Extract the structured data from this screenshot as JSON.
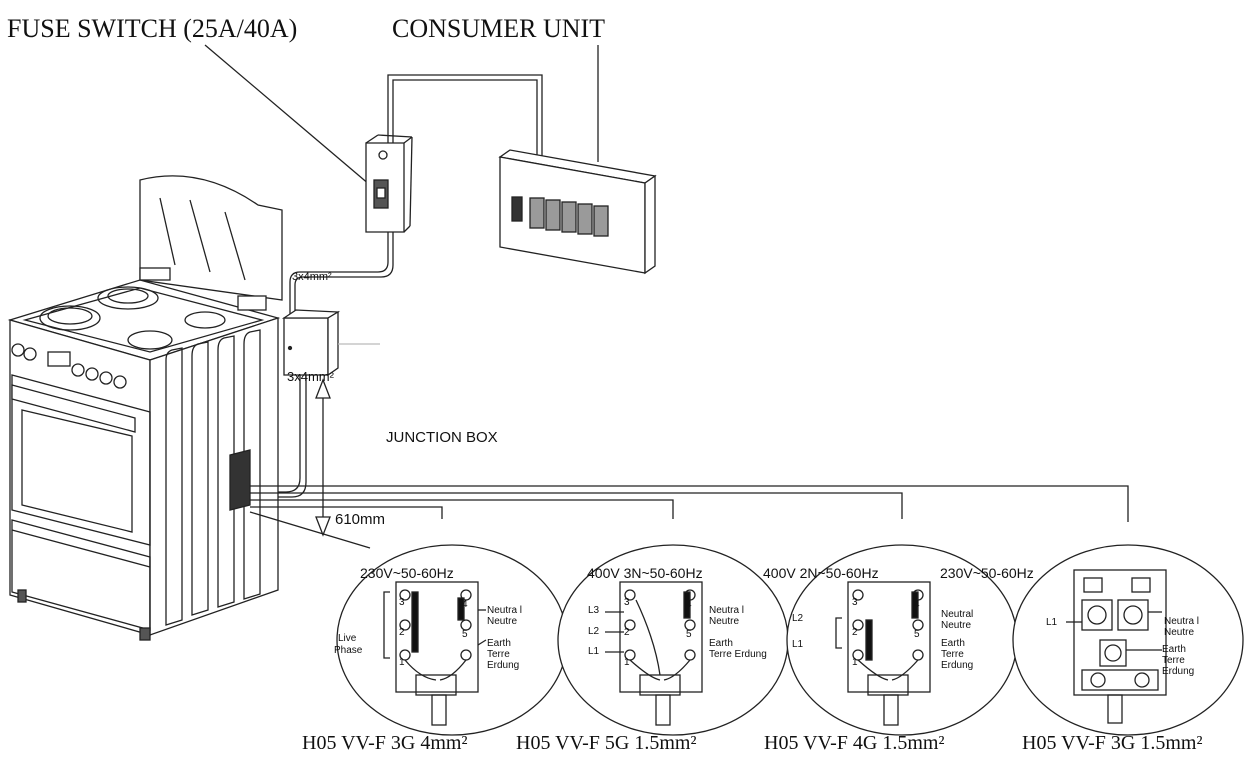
{
  "header": {
    "fuse_switch": "FUSE SWITCH (25A/40A)",
    "consumer_unit": "CONSUMER UNIT"
  },
  "cable_labels": {
    "upper": "3x4mm²",
    "lower": "3x4mm²",
    "junction_box": "JUNCTION BOX",
    "height": "610mm"
  },
  "terminals": [
    {
      "voltage": "230V~50-60Hz",
      "side_labels": [
        "Live",
        "Phase"
      ],
      "right_labels": [
        "Neutra l",
        "Neutre",
        "Earth",
        "Terre",
        "Erdung"
      ],
      "numbers": [
        "3",
        "2",
        "1",
        "4",
        "5"
      ],
      "cable": "H05 VV-F 3G 4mm²"
    },
    {
      "voltage": "400V 3N~50-60Hz",
      "side_labels": [
        "L3",
        "L2",
        "L1"
      ],
      "right_labels": [
        "Neutra l",
        "Neutre",
        "Earth",
        "Terre Erdung"
      ],
      "numbers": [
        "3",
        "2",
        "1",
        "4",
        "5"
      ],
      "cable": "H05 VV-F 5G 1.5mm²"
    },
    {
      "voltage": "400V 2N~50-60Hz",
      "voltage2": "230V~50-60Hz",
      "side_labels": [
        "L2",
        "L1"
      ],
      "right_labels": [
        "Neutral",
        "Neutre",
        "Earth",
        "Terre",
        "Erdung"
      ],
      "numbers": [
        "3",
        "2",
        "1",
        "4",
        "5"
      ],
      "cable": "H05 VV-F 4G 1.5mm²"
    },
    {
      "side_labels": [
        "L1"
      ],
      "right_labels": [
        "Neutra l",
        "Neutre",
        "Earth",
        "Terre",
        "Erdung"
      ],
      "cable": "H05 VV-F 3G  1.5mm²"
    }
  ],
  "colors": {
    "line": "#222222",
    "fill": "#ffffff",
    "dark": "#333333",
    "breaker": "#9a9a9a"
  }
}
